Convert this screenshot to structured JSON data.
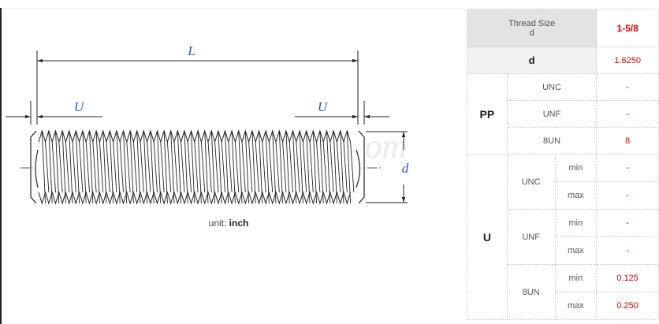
{
  "drawing": {
    "labels": {
      "length": "L",
      "unthreaded_left": "U",
      "unthreaded_right": "U",
      "diameter": "d"
    },
    "watermark": ".com"
  },
  "caption": {
    "prefix": "unit: ",
    "unit": "inch"
  },
  "table": {
    "header": {
      "label_line1": "Thread Size",
      "label_line2": "d",
      "value": "1-5/8"
    },
    "d_row": {
      "label": "d",
      "value": "1.6250"
    },
    "pp": {
      "label": "PP",
      "rows": [
        {
          "label": "UNC",
          "value": "-"
        },
        {
          "label": "UNF",
          "value": "-"
        },
        {
          "label": "8UN",
          "value": "8"
        }
      ]
    },
    "u": {
      "label": "U",
      "groups": [
        {
          "label": "UNC",
          "min_label": "min",
          "min": "-",
          "max_label": "max",
          "max": "-"
        },
        {
          "label": "UNF",
          "min_label": "min",
          "min": "-",
          "max_label": "max",
          "max": "-"
        },
        {
          "label": "8UN",
          "min_label": "min",
          "min": "0.125",
          "max_label": "max",
          "max": "0.250"
        }
      ]
    }
  }
}
